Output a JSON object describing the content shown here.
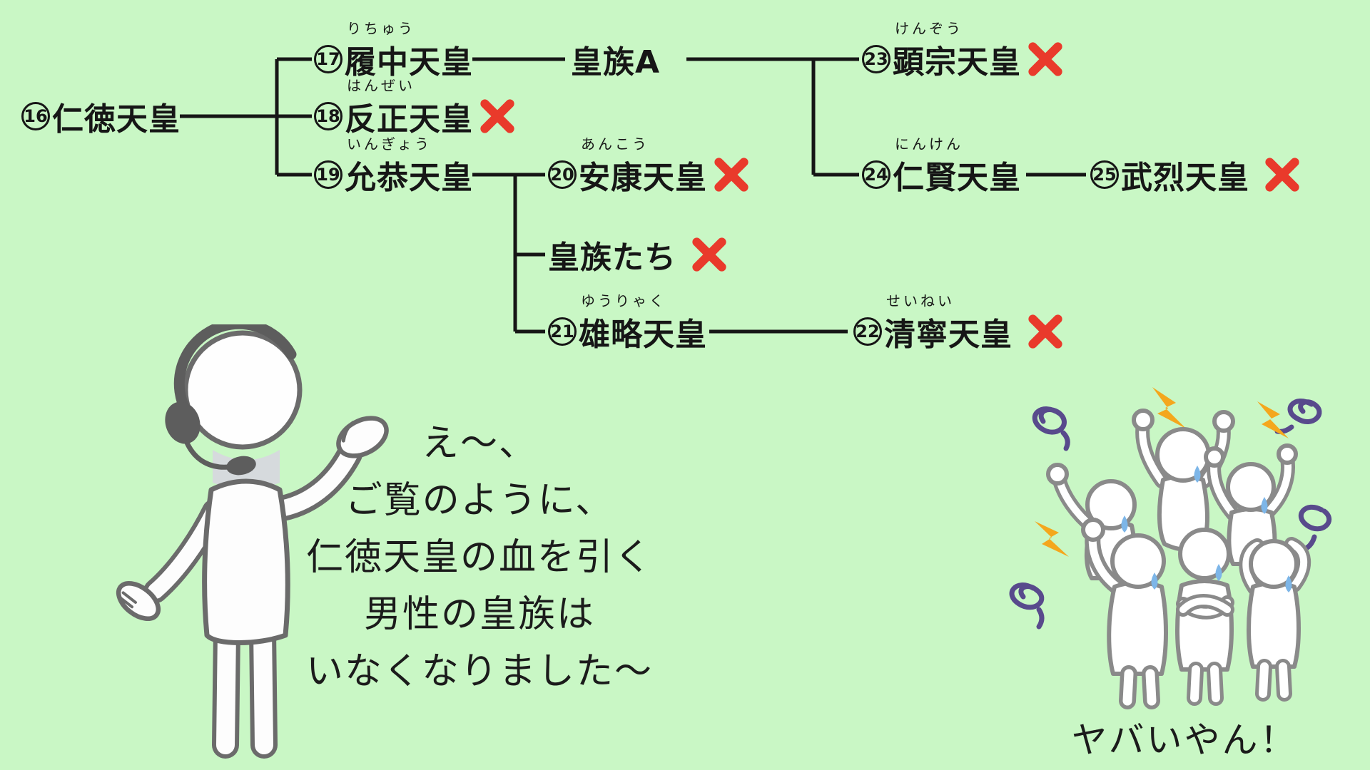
{
  "canvas": {
    "background": "#c9f7c5"
  },
  "colors": {
    "line": "#161616",
    "cross_red": "#e93a2b",
    "swirl_purple": "#584a8c",
    "bolt_orange": "#f4a71d",
    "sweat_blue": "#7db6e8"
  },
  "icons": {
    "extinct": "red-cross",
    "presenter": "presenter-with-headset",
    "panic": "panicking-crowd"
  },
  "tree": {
    "nodes": [
      {
        "num": "16",
        "name": "仁徳天皇",
        "furigana": "",
        "extinct": false
      },
      {
        "num": "17",
        "name": "履中天皇",
        "furigana": "りちゅう",
        "extinct": false
      },
      {
        "num": "18",
        "name": "反正天皇",
        "furigana": "はんぜい",
        "extinct": true
      },
      {
        "num": "19",
        "name": "允恭天皇",
        "furigana": "いんぎょう",
        "extinct": false
      },
      {
        "num": "",
        "name": "皇族A",
        "furigana": "",
        "extinct": false
      },
      {
        "num": "20",
        "name": "安康天皇",
        "furigana": "あんこう",
        "extinct": true
      },
      {
        "num": "",
        "name": "皇族たち",
        "furigana": "",
        "extinct": true
      },
      {
        "num": "21",
        "name": "雄略天皇",
        "furigana": "ゆうりゃく",
        "extinct": false
      },
      {
        "num": "22",
        "name": "清寧天皇",
        "furigana": "せいねい",
        "extinct": true
      },
      {
        "num": "23",
        "name": "顕宗天皇",
        "furigana": "けんぞう",
        "extinct": true
      },
      {
        "num": "24",
        "name": "仁賢天皇",
        "furigana": "にんけん",
        "extinct": false
      },
      {
        "num": "25",
        "name": "武烈天皇",
        "furigana": "",
        "extinct": true
      }
    ]
  },
  "speech": {
    "lines": [
      "え〜、",
      "ご覧のように、",
      "仁徳天皇の血を引く",
      "男性の皇族は",
      "いなくなりました〜"
    ]
  },
  "panic": {
    "caption": "ヤバいやん！"
  }
}
